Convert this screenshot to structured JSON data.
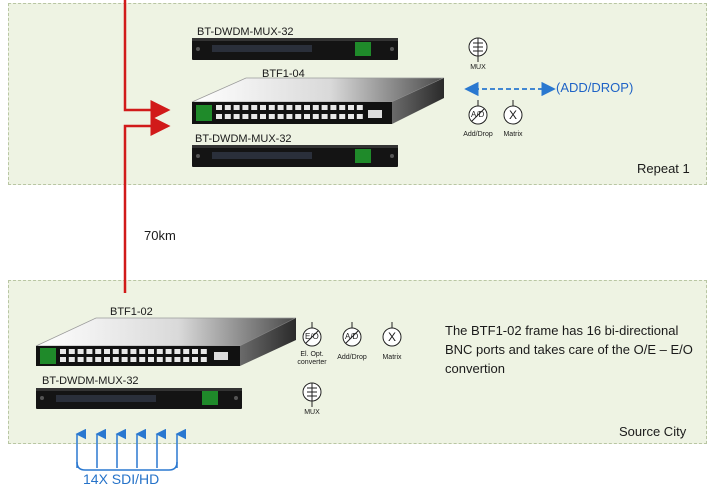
{
  "zones": {
    "repeat": {
      "name": "Repeat 1"
    },
    "source": {
      "name": "Source City"
    }
  },
  "distance_label": "70km",
  "devices": {
    "repeat_mux_top": "BT-DWDM-MUX-32",
    "repeat_frame": "BTF1-04",
    "repeat_mux_bottom": "BT-DWDM-MUX-32",
    "source_frame": "BTF1-02",
    "source_mux": "BT-DWDM-MUX-32"
  },
  "symbols": {
    "repeat_mux": "MUX",
    "repeat_add_drop": "Add/Drop",
    "repeat_matrix": "Matrix",
    "source_el_opt": "El. Opt. converter",
    "source_add_drop": "Add/Drop",
    "source_matrix": "Matrix",
    "source_mux": "MUX",
    "glyph_eo": "E/O",
    "glyph_ad": "A/D",
    "glyph_x": "X"
  },
  "add_drop_label": "(ADD/DROP)",
  "description": "The BTF1-02 frame has 16 bi-directional BNC ports and takes care of the O/E – E/O convertion",
  "inputs_label": "14X SDI/HD",
  "colors": {
    "fiber": "#d11a1a",
    "arrow_blue": "#2a78d0",
    "zone_bg": "#eef3e3",
    "device_logo": "#1f8a2a"
  }
}
